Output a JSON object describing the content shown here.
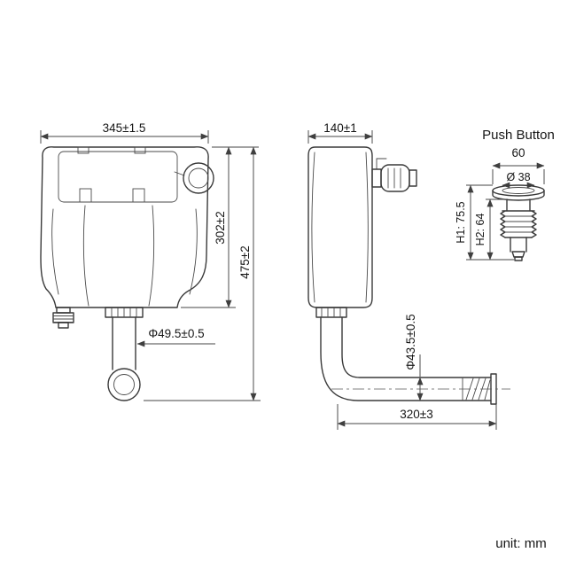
{
  "drawing": {
    "unit_label": "unit: mm"
  },
  "front_view": {
    "width_dim": "345±1.5",
    "tank_height_dim": "302±2",
    "total_height_dim": "475±2",
    "outlet_diameter_dim": "Φ49.5±0.5"
  },
  "side_view": {
    "depth_dim": "140±1",
    "pipe_diameter_dim": "Φ43.5±0.5",
    "pipe_length_dim": "320±3"
  },
  "push_button": {
    "title": "Push Button",
    "width_dim": "60",
    "face_diameter_dim": "Ø 38",
    "h1_dim": "H1: 75.5",
    "h2_dim": "H2: 64"
  }
}
